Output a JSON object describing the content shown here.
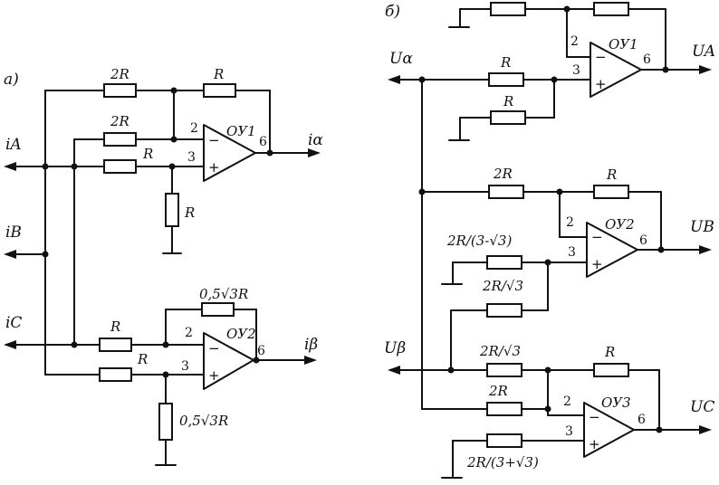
{
  "panels": {
    "a": "a)",
    "b": "б)"
  },
  "labels": {
    "r2": "2R",
    "r": "R",
    "r_half_sqrt3": "0,5√3R",
    "r_2_3minus": "2R/(3-√3)",
    "r_2_sqrt3": "2R/√3",
    "r_2_3plus": "2R/(3+√3)"
  },
  "amps": {
    "oy1": "ОУ1",
    "oy2": "ОУ2",
    "oy3": "ОУ3"
  },
  "pins": {
    "p2": "2",
    "p3": "3",
    "p6": "6",
    "minus": "−",
    "plus": "+"
  },
  "terminals_a": {
    "iA": "iA",
    "iB": "iB",
    "iC": "iC",
    "ialpha": "iα",
    "ibeta": "iβ"
  },
  "terminals_b": {
    "Ualpha": "Uα",
    "Ubeta": "Uβ",
    "UA": "UA",
    "UB": "UB",
    "UC": "UC"
  }
}
